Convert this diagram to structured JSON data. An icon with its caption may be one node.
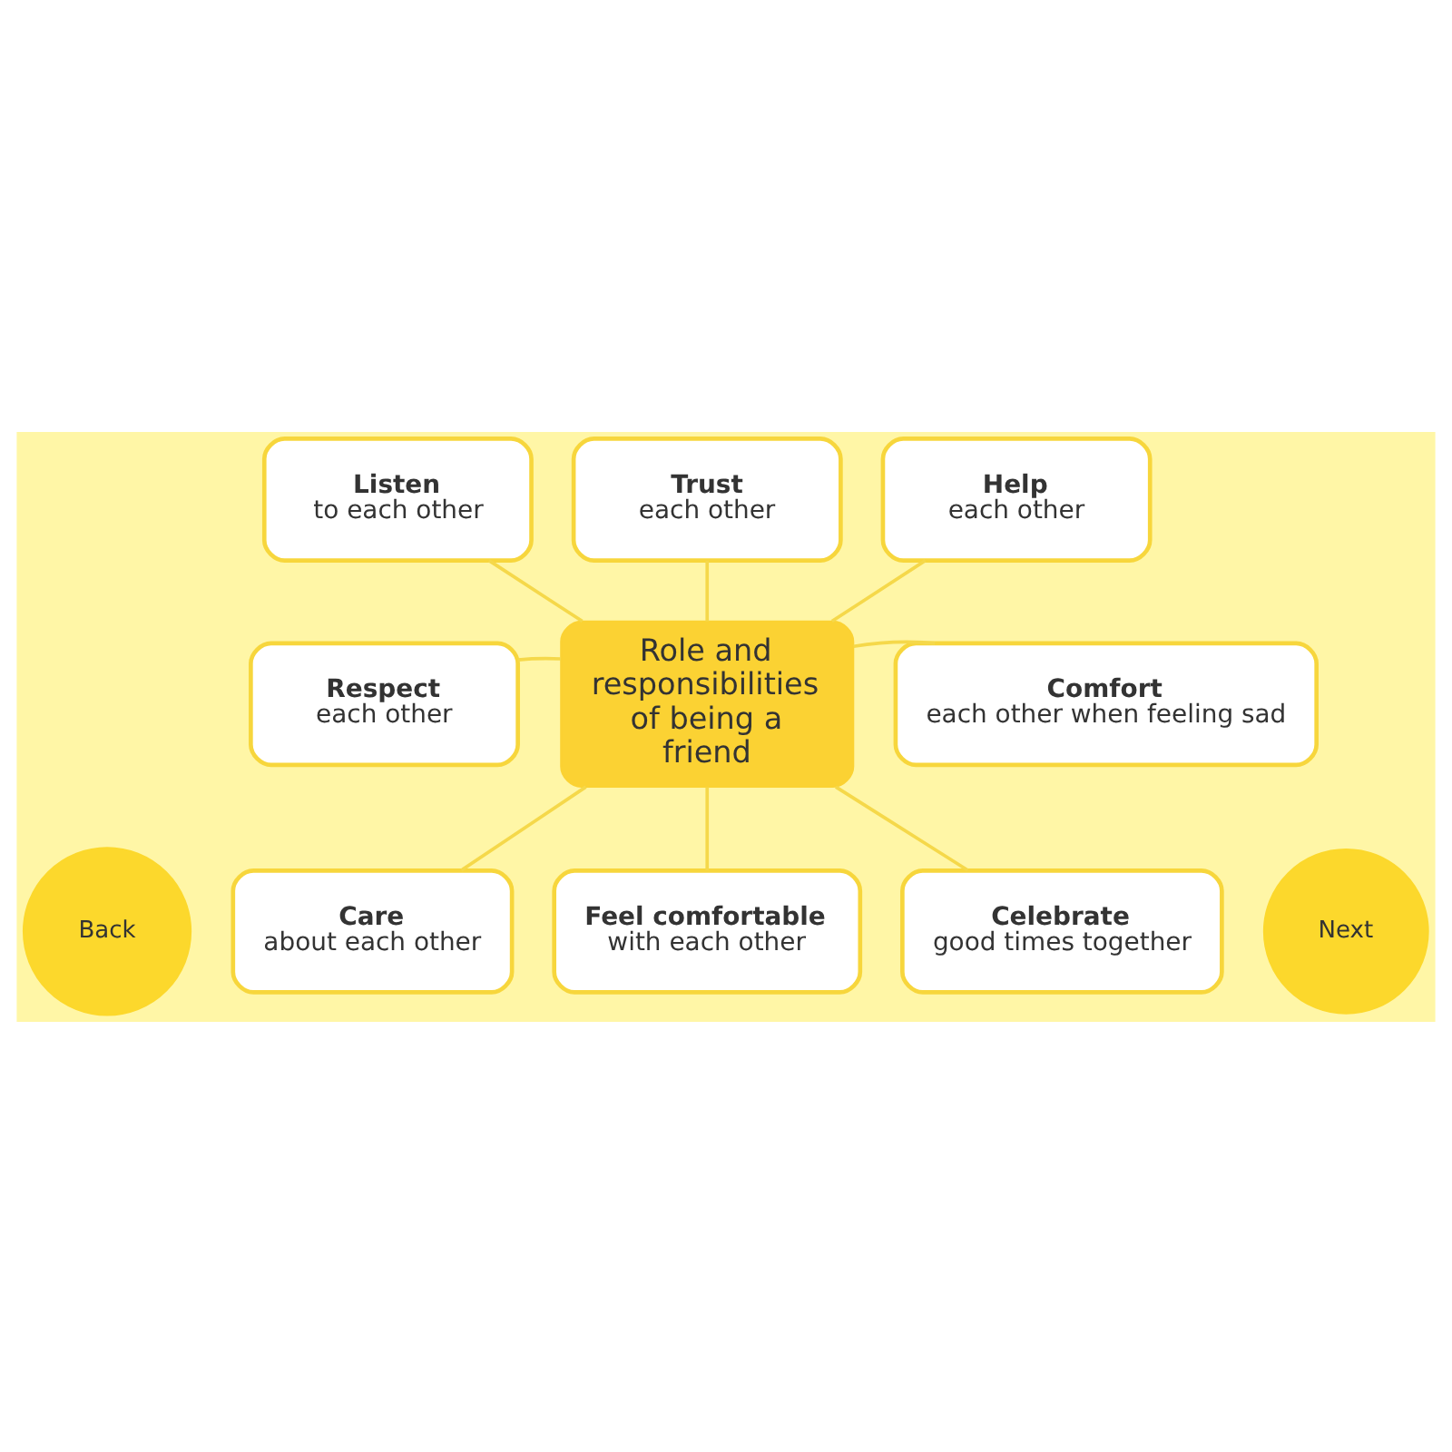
{
  "diagram": {
    "nodes": [
      {
        "text": [
          "Listen",
          "to each other"
        ]
      },
      {
        "text": [
          "Trust",
          "each other"
        ]
      },
      {
        "text": [
          "Help",
          "each other"
        ]
      },
      {
        "text": [
          "Respect",
          "each other"
        ]
      },
      {
        "text": [
          "Role and responsibilities of being a friend"
        ]
      },
      {
        "text": [
          "Comfort",
          "each other when feeling sad"
        ]
      },
      {
        "text": [
          "Care",
          "about each other"
        ]
      },
      {
        "text": [
          "Feel comfortable",
          "with each other"
        ]
      },
      {
        "text": [
          "Celebrate",
          "good times together"
        ]
      },
      {
        "text": [
          "Back"
        ]
      },
      {
        "text": [
          "Next"
        ]
      }
    ],
    "edges": [
      {
        "from": 4,
        "to": 0,
        "arrow": "none"
      },
      {
        "from": 4,
        "to": 1,
        "arrow": "none"
      },
      {
        "from": 4,
        "to": 2,
        "arrow": "none"
      },
      {
        "from": 4,
        "to": 3,
        "arrow": "none"
      },
      {
        "from": 4,
        "to": 5,
        "arrow": "none"
      },
      {
        "from": 4,
        "to": 6,
        "arrow": "none"
      },
      {
        "from": 4,
        "to": 7,
        "arrow": "none"
      },
      {
        "from": 4,
        "to": 8,
        "arrow": "none"
      }
    ]
  }
}
